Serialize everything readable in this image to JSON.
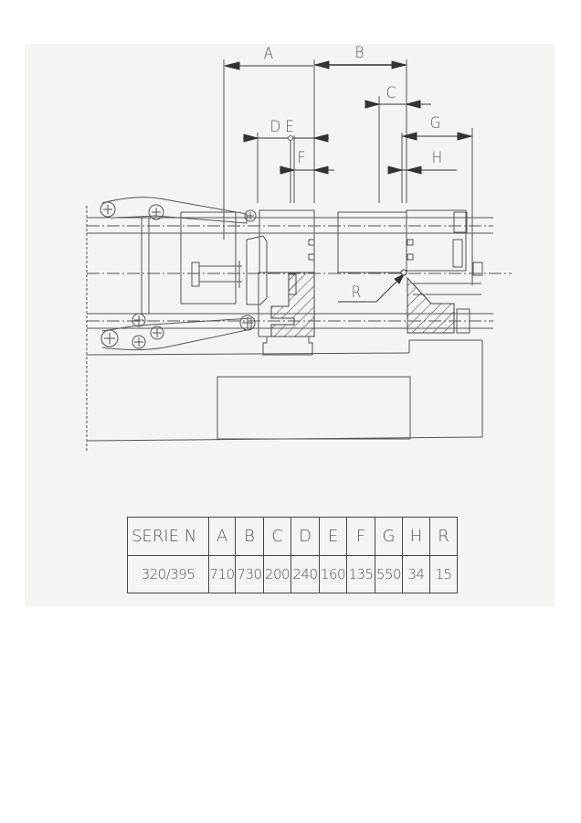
{
  "drawing": {
    "dimension_labels": {
      "A": "A",
      "B": "B",
      "C": "C",
      "DE": "D E",
      "F": "F",
      "G": "G",
      "H": "H",
      "R": "R"
    }
  },
  "table": {
    "headers": [
      "SERIE N",
      "A",
      "B",
      "C",
      "D",
      "E",
      "F",
      "G",
      "H",
      "R"
    ],
    "rows": [
      [
        "320/395",
        "710",
        "730",
        "200",
        "240",
        "160",
        "135",
        "550",
        "34",
        "15"
      ]
    ]
  },
  "colors": {
    "background": "#ffffff",
    "scan": "#f4f4f3",
    "line": "#444444"
  }
}
